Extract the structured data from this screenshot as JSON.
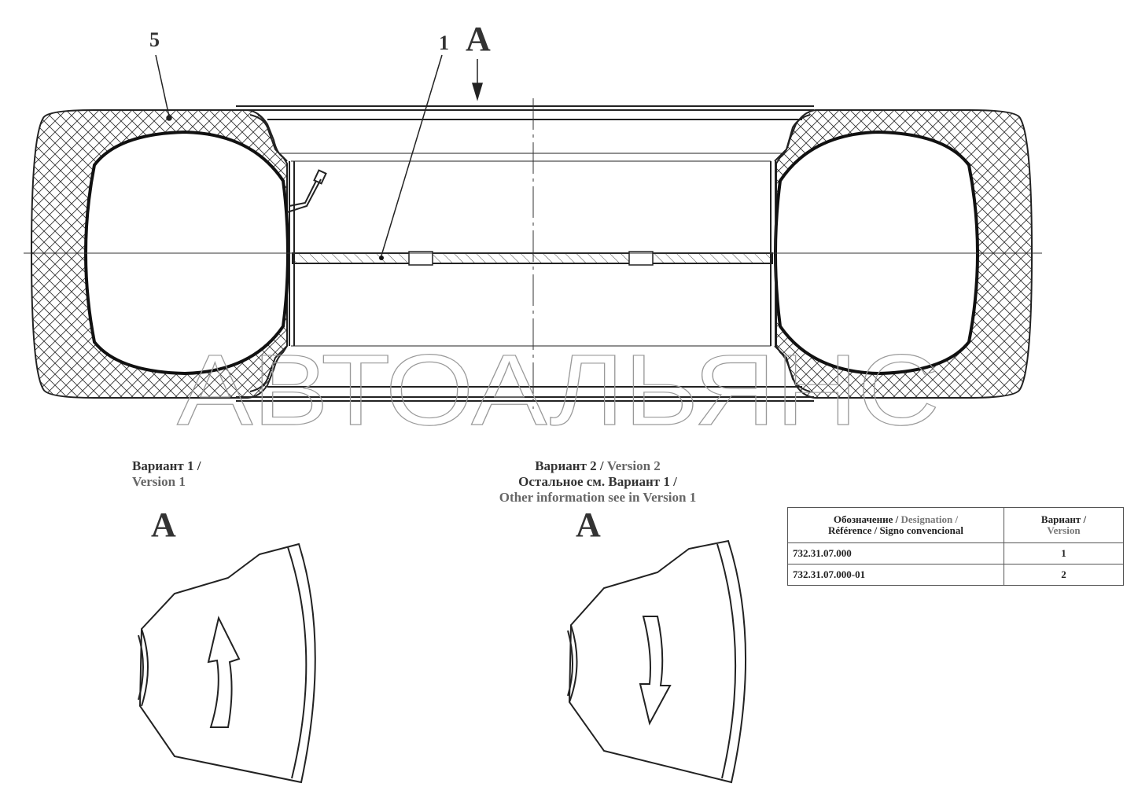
{
  "callouts": {
    "item_5": "5",
    "item_1": "1",
    "view_label": "A"
  },
  "watermark": "АВТОАЛЬЯНС",
  "variant1": {
    "ru": "Вариант 1 /",
    "en": "Version 1",
    "view_label": "A"
  },
  "variant2": {
    "line1_ru": "Вариант 2 /",
    "line1_en": " Version 2",
    "line2": "Остальное см. Вариант 1 /",
    "line3": "Other information see in Version 1",
    "view_label": "A"
  },
  "table": {
    "header_col1_line1_ru": "Обозначение / ",
    "header_col1_line1_en": "Designation /",
    "header_col1_line2": "Référence / Signo convencional",
    "header_col2_ru": "Вариант /",
    "header_col2_en": "Version",
    "rows": [
      {
        "designation": "732.31.07.000",
        "variant": "1"
      },
      {
        "designation": "732.31.07.000-01",
        "variant": "2"
      }
    ]
  },
  "colors": {
    "line": "#222222",
    "watermark_stroke": "#9a9a9a"
  }
}
